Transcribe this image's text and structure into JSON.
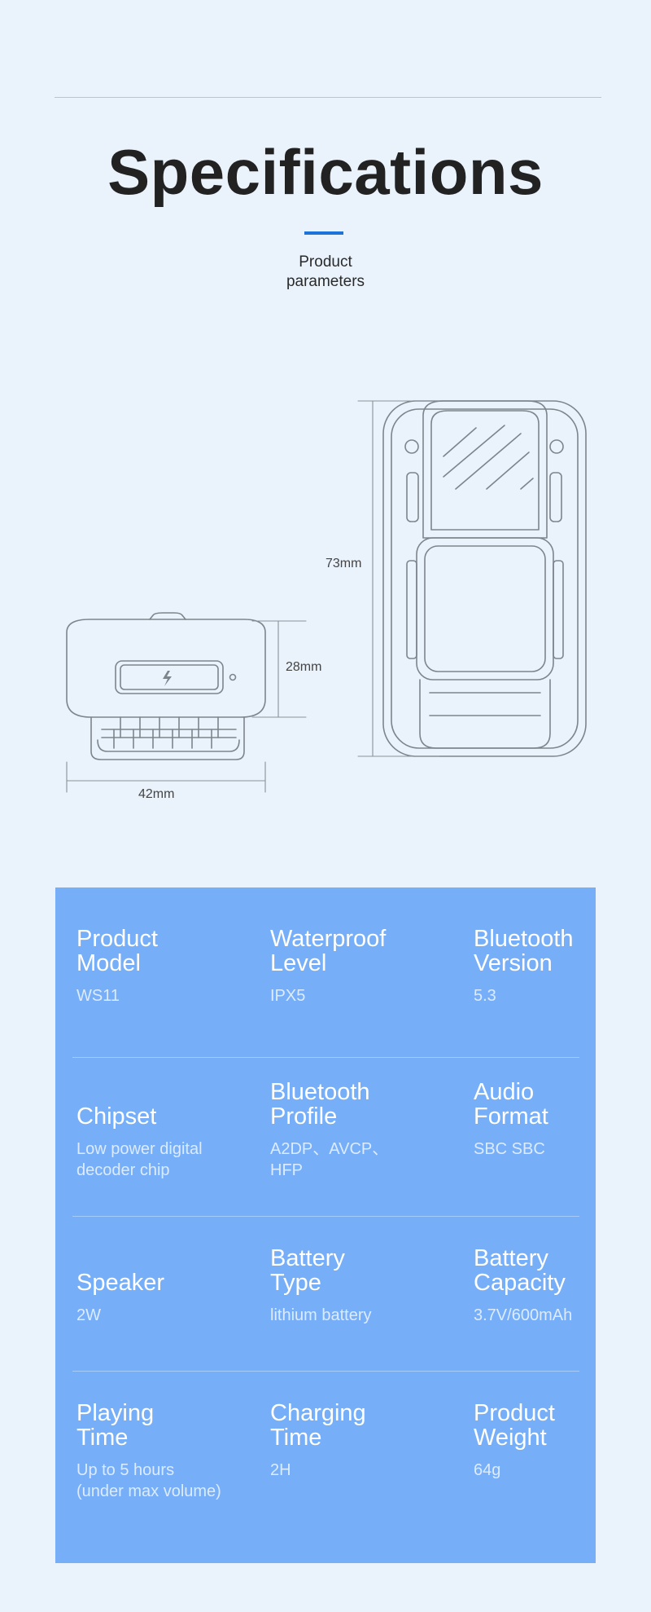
{
  "header": {
    "title": "Specifications",
    "subtitle_line1": "Product",
    "subtitle_line2": "parameters"
  },
  "dimensions": {
    "height_large": "73mm",
    "height_small": "28mm",
    "width_small": "42mm"
  },
  "colors": {
    "background": "#eaf3fc",
    "accent": "#1e73d8",
    "panel": "#76aff8",
    "outline": "#7d848c"
  },
  "specs": [
    {
      "label_line1": "Product",
      "label_line2": "Model",
      "value": "WS11"
    },
    {
      "label_line1": "Waterproof",
      "label_line2": "Level",
      "value": "IPX5"
    },
    {
      "label_line1": "Bluetooth",
      "label_line2": "Version",
      "value": "5.3"
    },
    {
      "label_line1": "",
      "label_line2": "Chipset",
      "value": "Low power digital\ndecoder chip"
    },
    {
      "label_line1": "Bluetooth",
      "label_line2": "Profile",
      "value": "A2DP、AVCP、\nHFP"
    },
    {
      "label_line1": "Audio",
      "label_line2": "Format",
      "value": "SBC SBC"
    },
    {
      "label_line1": "",
      "label_line2": "Speaker",
      "value": "2W"
    },
    {
      "label_line1": "Battery",
      "label_line2": "Type",
      "value": "lithium battery"
    },
    {
      "label_line1": "Battery",
      "label_line2": "Capacity",
      "value": "3.7V/600mAh"
    },
    {
      "label_line1": "Playing",
      "label_line2": "Time",
      "value": "Up to 5 hours\n(under max volume)"
    },
    {
      "label_line1": "Charging",
      "label_line2": "Time",
      "value": "2H"
    },
    {
      "label_line1": "Product",
      "label_line2": "Weight",
      "value": "64g"
    }
  ]
}
